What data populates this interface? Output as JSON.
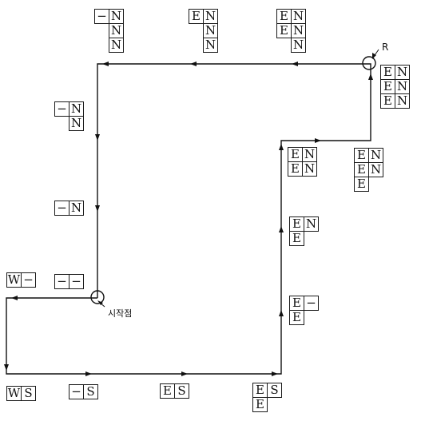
{
  "labels": {
    "start": "시작점",
    "R": "R"
  },
  "grids": [
    {
      "name": "grid-top-1",
      "rows": [
        [
          "−",
          "N"
        ],
        [
          "",
          "N"
        ],
        [
          "",
          "N"
        ]
      ]
    },
    {
      "name": "grid-top-2",
      "rows": [
        [
          "E",
          "N"
        ],
        [
          "",
          "N"
        ],
        [
          "",
          "N"
        ]
      ]
    },
    {
      "name": "grid-top-3",
      "rows": [
        [
          "E",
          "N"
        ],
        [
          "E",
          "N"
        ],
        [
          "",
          "N"
        ]
      ]
    },
    {
      "name": "grid-R",
      "rows": [
        [
          "E",
          "N"
        ],
        [
          "E",
          "N"
        ],
        [
          "E",
          "N"
        ]
      ]
    },
    {
      "name": "grid-left-upper",
      "rows": [
        [
          "−",
          "N"
        ],
        [
          "",
          "N"
        ]
      ]
    },
    {
      "name": "grid-left-mid",
      "rows": [
        [
          "−",
          "N"
        ]
      ]
    },
    {
      "name": "grid-left-start",
      "rows": [
        [
          "−",
          "−"
        ]
      ]
    },
    {
      "name": "grid-W",
      "rows": [
        [
          "W",
          "−"
        ]
      ]
    },
    {
      "name": "grid-bottom-1",
      "rows": [
        [
          "W",
          "S"
        ]
      ]
    },
    {
      "name": "grid-bottom-2",
      "rows": [
        [
          "−",
          "S"
        ]
      ]
    },
    {
      "name": "grid-bottom-3",
      "rows": [
        [
          "E",
          "S"
        ]
      ]
    },
    {
      "name": "grid-bottom-4",
      "rows": [
        [
          "E",
          "S"
        ],
        [
          "E",
          ""
        ]
      ]
    },
    {
      "name": "grid-right-1",
      "rows": [
        [
          "E",
          "−"
        ],
        [
          "E",
          ""
        ]
      ]
    },
    {
      "name": "grid-right-2",
      "rows": [
        [
          "E",
          "N"
        ],
        [
          "E",
          ""
        ]
      ]
    },
    {
      "name": "grid-right-3",
      "rows": [
        [
          "E",
          "N"
        ],
        [
          "E",
          "N"
        ]
      ]
    },
    {
      "name": "grid-right-4",
      "rows": [
        [
          "E",
          "N"
        ],
        [
          "E",
          "N"
        ],
        [
          "E",
          ""
        ]
      ]
    }
  ]
}
